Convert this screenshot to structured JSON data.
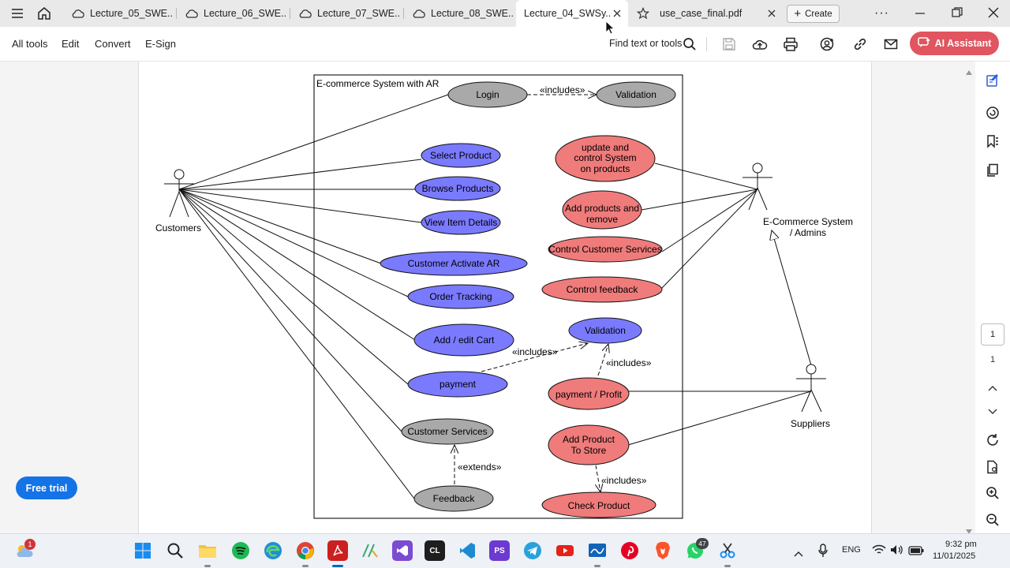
{
  "tabs": [
    {
      "label": "Lecture_05_SWE..",
      "icon": "cloud-icon"
    },
    {
      "label": "Lecture_06_SWE..",
      "icon": "cloud-icon"
    },
    {
      "label": "Lecture_07_SWE..",
      "icon": "cloud-icon"
    },
    {
      "label": "Lecture_08_SWE..",
      "icon": "cloud-icon"
    },
    {
      "label": "Lecture_04_SWSy..",
      "icon": "none",
      "active": true
    },
    {
      "label": "use_case_final.pdf",
      "icon": "star-icon"
    }
  ],
  "create_label": "Create",
  "toolbar": {
    "menu": [
      "All tools",
      "Edit",
      "Convert",
      "E-Sign"
    ],
    "find_label": "Find text or tools",
    "ai_label": "AI Assistant"
  },
  "diagram": {
    "system_title": "E-commerce System with AR",
    "actors": {
      "customers": "Customers",
      "admins_line1": "E-Commerce System",
      "admins_line2": "/ Admins",
      "suppliers": "Suppliers"
    },
    "usecases": {
      "login": "Login",
      "validation_top": "Validation",
      "select_product": "Select Product",
      "browse_products": "Browse Products",
      "view_item_details": "View Item Details",
      "customer_activate_ar": "Customer Activate AR",
      "order_tracking": "Order Tracking",
      "add_edit_cart": "Add / edit Cart",
      "payment": "payment",
      "customer_services": "Customer Services",
      "feedback": "Feedback",
      "update_line1": "update and",
      "update_line2": "control System",
      "update_line3": "on products",
      "add_remove_line1": "Add products and",
      "add_remove_line2": "remove",
      "control_customer_services": "Control Customer Services",
      "control_feedback": "Control feedback",
      "validation_mid": "Validation",
      "payment_profit": "payment / Profit",
      "add_store_line1": "Add Product",
      "add_store_line2": "To Store",
      "check_product": "Check Product"
    },
    "relations": {
      "includes_1": "«includes»",
      "includes_2": "«includes»",
      "includes_3": "«includes»",
      "includes_4": "«includes»",
      "extends_1": "«extends»"
    },
    "colors": {
      "blue": "#7a7aff",
      "red": "#f07b7b",
      "gray": "#a9a9a9"
    }
  },
  "page_nav": {
    "current": "1",
    "total": "1"
  },
  "free_trial_label": "Free trial",
  "taskbar": {
    "weather_badge": "1",
    "whatsapp_badge": "47",
    "language": "ENG",
    "time": "9:32 pm",
    "date": "11/01/2025"
  }
}
